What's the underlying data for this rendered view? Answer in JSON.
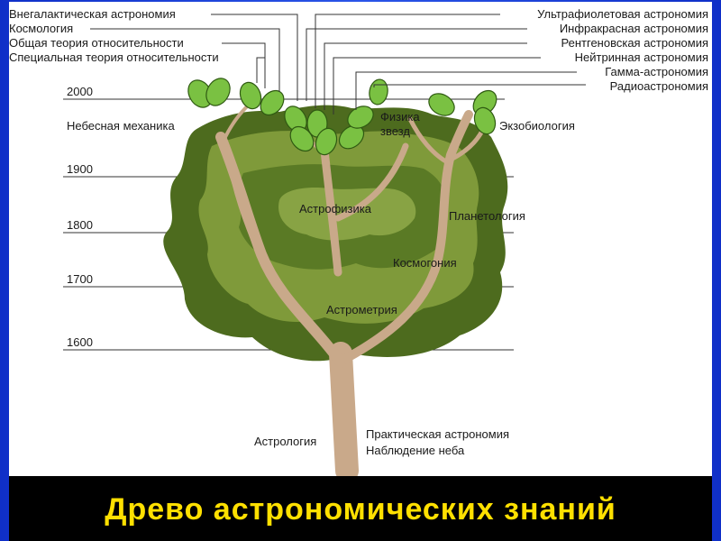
{
  "title": "Древо астрономических знаний",
  "top_left_labels": [
    "Внегалактическая астрономия",
    "Космология",
    "Общая теория относительности",
    "Специальная теория относительности"
  ],
  "top_right_labels": [
    "Ультрафиолетовая астрономия",
    "Инфракрасная астрономия",
    "Рентгеновская астрономия",
    "Нейтринная астрономия",
    "Гамма-астрономия",
    "Радиоастрономия"
  ],
  "years": [
    "2000",
    "1900",
    "1800",
    "1700",
    "1600"
  ],
  "branches": {
    "celestial_mechanics": "Небесная механика",
    "stellar_physics_1": "Физика",
    "stellar_physics_2": "звезд",
    "exobiology": "Экзобиология",
    "astrophysics": "Астрофизика",
    "planetology": "Планетология",
    "cosmogony": "Космогония",
    "astrometry": "Астрометрия",
    "astrology": "Астрология",
    "practical_astronomy": "Практическая астрономия",
    "sky_observation": "Наблюдение неба"
  },
  "colors": {
    "frame": "#1a3fd6",
    "banner_text": "#ffe000",
    "foliage_dark": "#4d6b1e",
    "foliage_light": "#7f9a3a",
    "leaf": "#7ac142",
    "trunk": "#c9a98a"
  }
}
